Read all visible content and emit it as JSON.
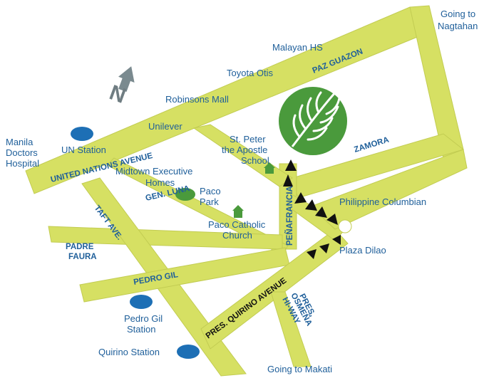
{
  "colors": {
    "road_fill": "#d6e063",
    "road_edge": "#c2cc52",
    "label_blue": "#1f5f9a",
    "station_blue": "#1d6fb5",
    "green_marker": "#4a9a3c",
    "arrow": "#111111"
  },
  "roads": {
    "united_nations": "UNITED NATIONS AVENUE",
    "paz_guazon": "PAZ GUAZON",
    "zamora": "ZAMORA",
    "gen_luna": "GEN. LUNA",
    "taft": "TAFT AVE.",
    "padre_faura_1": "PADRE",
    "padre_faura_2": "FAURA",
    "pedro_gil": "PEDRO GIL",
    "penafrancia": "PEÑAFRANCIA",
    "quirino": "PRES. QUIRINO AVENUE",
    "osmena_1": "PRES.",
    "osmena_2": "OSMEÑA",
    "osmena_3": "HI-WAY"
  },
  "places": {
    "nagtahan_1": "Going to",
    "nagtahan_2": "Nagtahan",
    "malayan": "Malayan HS",
    "toyota": "Toyota Otis",
    "robinsons": "Robinsons Mall",
    "unilever": "Unilever",
    "manila_doctors_1": "Manila",
    "manila_doctors_2": "Doctors",
    "manila_doctors_3": "Hospital",
    "un_station": "UN Station",
    "st_peter_1": "St. Peter",
    "st_peter_2": "the Apostle",
    "st_peter_3": "School",
    "midtown_1": "Midtown Executive",
    "midtown_2": "Homes",
    "paco_park_1": "Paco",
    "paco_park_2": "Park",
    "paco_church_1": "Paco Catholic",
    "paco_church_2": "Church",
    "phil_columbian": "Philippine Columbian",
    "plaza_dilao": "Plaza Dilao",
    "pedro_gil_station_1": "Pedro Gil",
    "pedro_gil_station_2": "Station",
    "quirino_station": "Quirino Station",
    "makati": "Going to Makati"
  },
  "compass": {
    "letter": "N",
    "icon": "north-arrow-icon"
  },
  "logo": {
    "icon": "palm-leaf-logo-icon"
  }
}
